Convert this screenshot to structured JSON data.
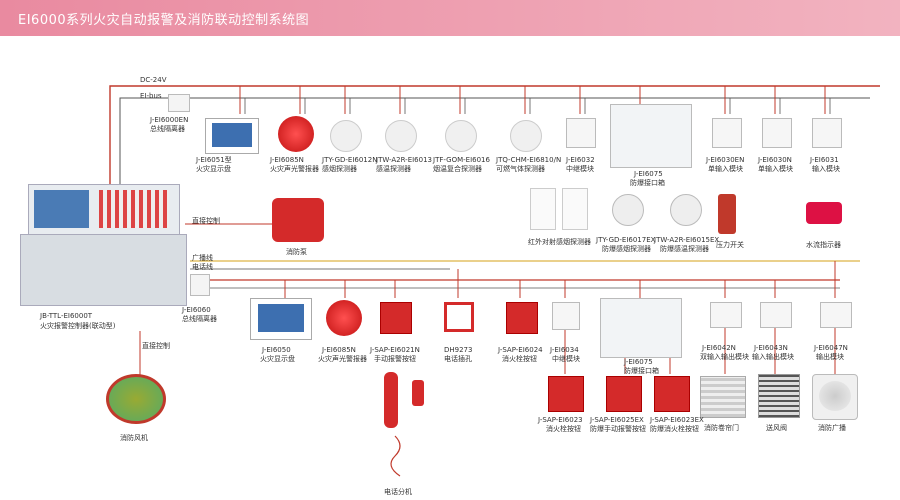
{
  "header": {
    "title": "EI6000系列火灾自动报警及消防联动控制系统图"
  },
  "bus_labels": {
    "dc24": "DC-24V",
    "eibus": "EI-bus",
    "direct1": "直接控制",
    "broadcast": "广播线",
    "phone": "电话线",
    "direct2": "直接控制"
  },
  "panel": {
    "label_line1": "JB-TTL-EI6000T",
    "label_line2": "火灾报警控制器(联动型)"
  },
  "top_row": [
    {
      "line1": "J-EI6000EN",
      "line2": "总线隔离器"
    },
    {
      "line1": "J-EI6051型",
      "line2": "火灾显示盘"
    },
    {
      "line1": "J-EI6085N",
      "line2": "火灾声光警报器"
    },
    {
      "line1": "JTY-GD-EI6012N",
      "line2": "感烟探测器"
    },
    {
      "line1": "JTW-A2R-EI6013",
      "line2": "感温探测器"
    },
    {
      "line1": "JTF-GOM-EI6016",
      "line2": "烟温复合探测器"
    },
    {
      "line1": "JTQ-CHM-EI6810/N",
      "line2": "可燃气体探测器"
    },
    {
      "line1": "J-EI6032",
      "line2": "中继模块"
    },
    {
      "line1": "J-EI6075",
      "line2": "防爆接口箱"
    },
    {
      "line1": "J-EI6030EN",
      "line2": "单输入模块"
    },
    {
      "line1": "J-EI6030N",
      "line2": "单输入模块"
    },
    {
      "line1": "J-EI6031",
      "line2": "输入模块"
    }
  ],
  "mid_row": [
    {
      "line1": "红外对射感烟探测器",
      "line2": ""
    },
    {
      "line1": "JTY-GD-EI6017EX",
      "line2": "防爆感烟探测器"
    },
    {
      "line1": "JTW-A2R-EI6015EX",
      "line2": "防爆感温探测器"
    },
    {
      "line1": "压力开关",
      "line2": ""
    },
    {
      "line1": "水流指示器",
      "line2": ""
    }
  ],
  "pump": {
    "label": "消防泵"
  },
  "isolator2": {
    "line1": "J-EI6060",
    "line2": "总线隔离器"
  },
  "bottom_row": [
    {
      "line1": "J-EI6050",
      "line2": "火灾显示盘"
    },
    {
      "line1": "J-EI6085N",
      "line2": "火灾声光警报器"
    },
    {
      "line1": "J-SAP-EI6021N",
      "line2": "手动报警按钮"
    },
    {
      "line1": "DH9273",
      "line2": "电话插孔"
    },
    {
      "line1": "J-SAP-EI6024",
      "line2": "消火栓按钮"
    },
    {
      "line1": "J-EI6034",
      "line2": "中继模块"
    },
    {
      "line1": "J-EI6075",
      "line2": "防爆接口箱"
    },
    {
      "line1": "J-EI6042N",
      "line2": "双输入输出模块"
    },
    {
      "line1": "J-EI6043N",
      "line2": "输入输出模块"
    },
    {
      "line1": "J-EI6047N",
      "line2": "输出模块"
    }
  ],
  "low_row": [
    {
      "line1": "J-SAP-EI6023",
      "line2": "消火栓按钮"
    },
    {
      "line1": "J-SAP-EI6025EX",
      "line2": "防爆手动报警按钮"
    },
    {
      "line1": "J-SAP-EI6023EX",
      "line2": "防爆消火栓按钮"
    },
    {
      "line1": "消防卷帘门",
      "line2": ""
    },
    {
      "line1": "送风阀",
      "line2": ""
    },
    {
      "line1": "消防广播",
      "line2": ""
    }
  ],
  "fan": {
    "label": "消防风机"
  },
  "phone_ext": {
    "label": "电话分机"
  },
  "colors": {
    "header": "#ec93a6",
    "red_line": "#c0392b",
    "bus_line": "#d4a017",
    "gray_line": "#999999"
  }
}
